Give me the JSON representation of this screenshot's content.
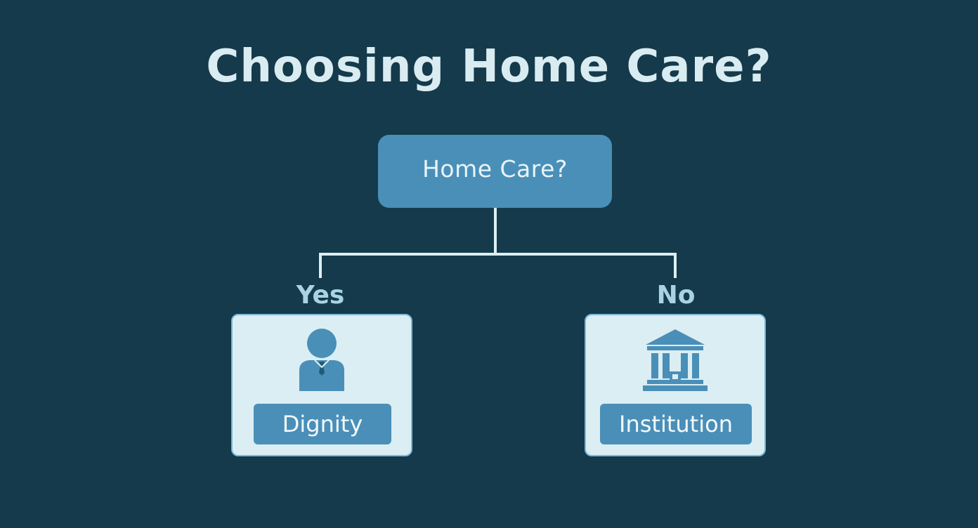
{
  "title": "Choosing Home Care?",
  "root": {
    "label": "Home Care?"
  },
  "branches": [
    {
      "label": "Yes",
      "icon": "person-icon",
      "result": "Dignity"
    },
    {
      "label": "No",
      "icon": "institution-building-icon",
      "result": "Institution"
    }
  ],
  "colors": {
    "background": "#143a4b",
    "node_fill": "#4a8fb8",
    "leaf_fill": "#dbeef3",
    "connector": "#dbeef3",
    "title_text": "#d9ecf1",
    "branch_text": "#a9d3e3"
  }
}
